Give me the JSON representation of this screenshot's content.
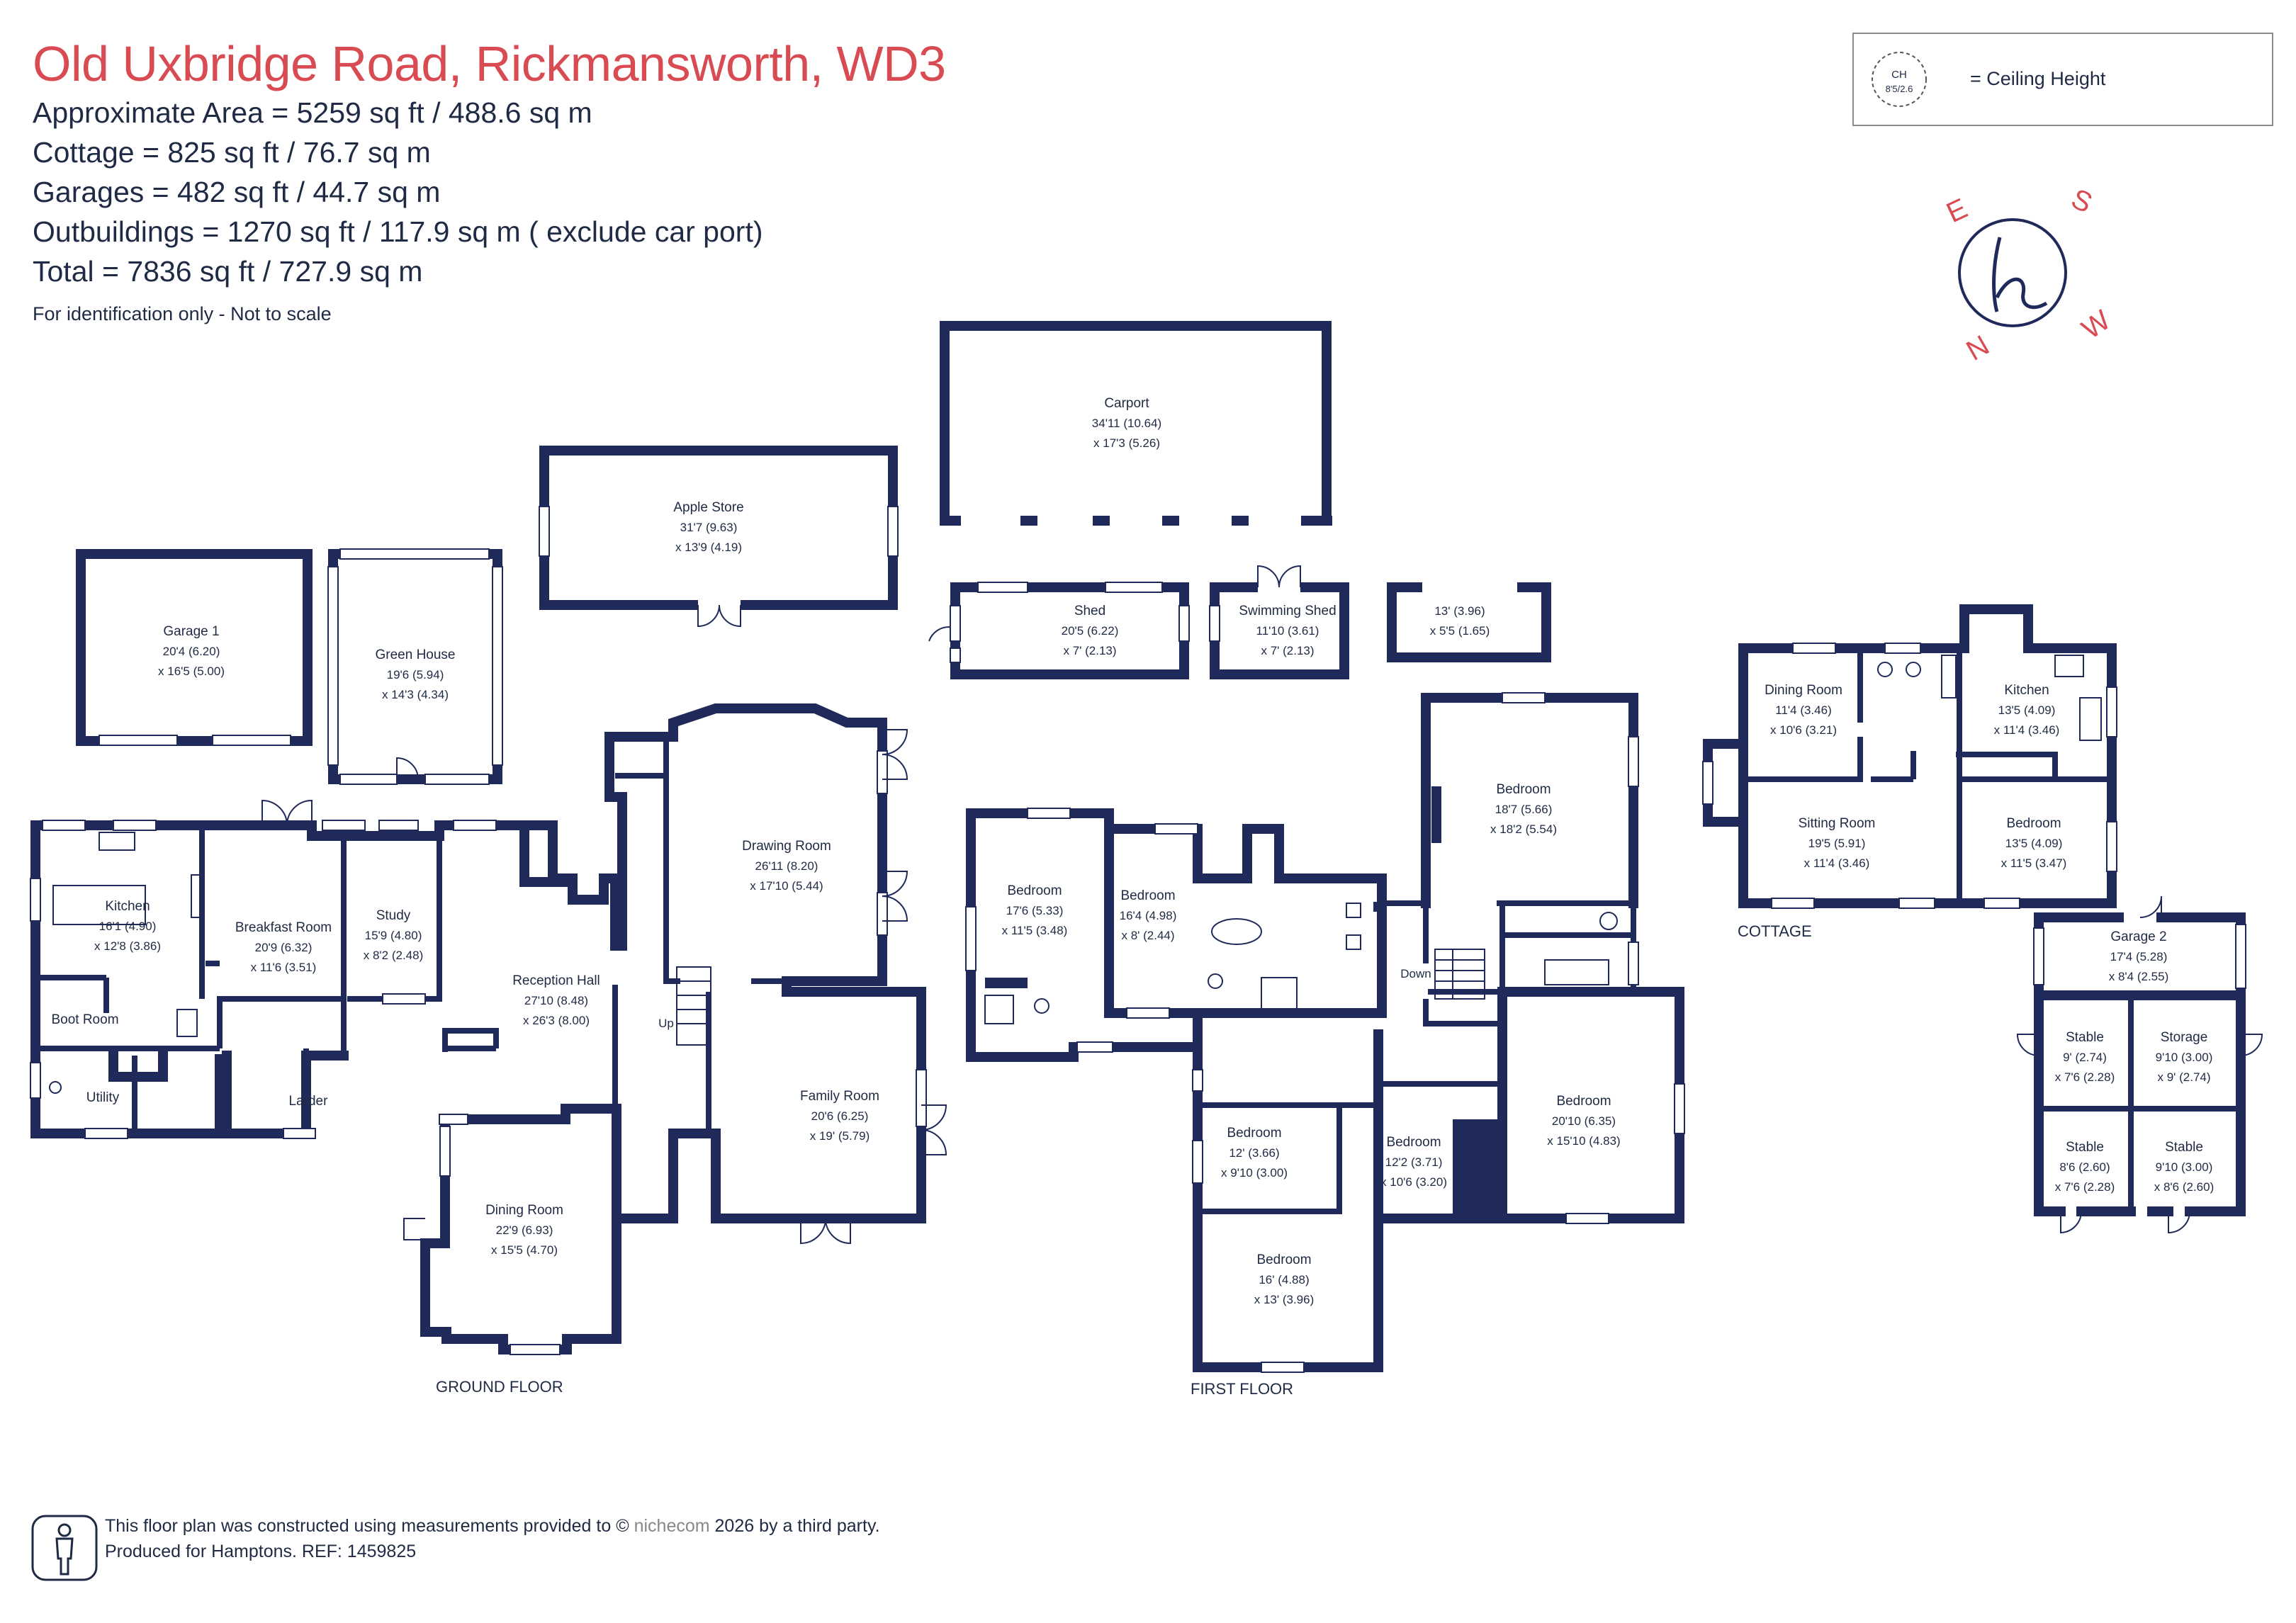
{
  "header": {
    "title": "Old Uxbridge Road, Rickmansworth, WD3",
    "lines": [
      "Approximate Area = 5259 sq ft / 488.6 sq m",
      "Cottage = 825 sq ft / 76.7 sq m",
      "Garages = 482 sq ft / 44.7 sq m",
      "Outbuildings = 1270 sq ft / 117.9 sq m ( exclude car port)",
      "Total = 7836 sq ft / 727.9 sq m"
    ],
    "note": "For identification only - Not to scale"
  },
  "legend": {
    "symbol_top": "CH",
    "symbol_bottom": "8'5/2.6",
    "text": "= Ceiling Height"
  },
  "compass": {
    "n": "N",
    "e": "E",
    "s": "S",
    "w": "W"
  },
  "floor_labels": {
    "ground": "GROUND FLOOR",
    "first": "FIRST FLOOR",
    "cottage": "COTTAGE"
  },
  "rooms": {
    "garage1": {
      "name": "Garage 1",
      "dim1": "20'4 (6.20)",
      "dim2": "x 16'5 (5.00)"
    },
    "greenhouse": {
      "name": "Green House",
      "dim1": "19'6 (5.94)",
      "dim2": "x 14'3 (4.34)"
    },
    "apple_store": {
      "name": "Apple Store",
      "dim1": "31'7 (9.63)",
      "dim2": "x 13'9 (4.19)"
    },
    "carport": {
      "name": "Carport",
      "dim1": "34'11 (10.64)",
      "dim2": "x 17'3 (5.26)"
    },
    "shed": {
      "name": "Shed",
      "dim1": "20'5 (6.22)",
      "dim2": "x 7' (2.13)"
    },
    "swim_shed": {
      "name": "Swimming Shed",
      "dim1": "11'10 (3.61)",
      "dim2": "x 7' (2.13)"
    },
    "small_out": {
      "dim1": "13' (3.96)",
      "dim2": "x 5'5 (1.65)"
    },
    "kitchen": {
      "name": "Kitchen",
      "dim1": "16'1 (4.90)",
      "dim2": "x 12'8 (3.86)"
    },
    "breakfast": {
      "name": "Breakfast Room",
      "dim1": "20'9 (6.32)",
      "dim2": "x 11'6 (3.51)"
    },
    "study": {
      "name": "Study",
      "dim1": "15'9 (4.80)",
      "dim2": "x 8'2 (2.48)"
    },
    "boot_room": {
      "name": "Boot Room"
    },
    "utility": {
      "name": "Utility"
    },
    "larder": {
      "name": "Larder"
    },
    "reception": {
      "name": "Reception Hall",
      "dim1": "27'10 (8.48)",
      "dim2": "x 26'3 (8.00)"
    },
    "drawing": {
      "name": "Drawing Room",
      "dim1": "26'11 (8.20)",
      "dim2": "x 17'10 (5.44)"
    },
    "family": {
      "name": "Family Room",
      "dim1": "20'6 (6.25)",
      "dim2": "x 19' (5.79)"
    },
    "dining": {
      "name": "Dining Room",
      "dim1": "22'9 (6.93)",
      "dim2": "x 15'5 (4.70)"
    },
    "bed1": {
      "name": "Bedroom",
      "dim1": "17'6 (5.33)",
      "dim2": "x 11'5 (3.48)"
    },
    "bed2": {
      "name": "Bedroom",
      "dim1": "16'4 (4.98)",
      "dim2": "x 8' (2.44)"
    },
    "bed3": {
      "name": "Bedroom",
      "dim1": "18'7 (5.66)",
      "dim2": "x 18'2 (5.54)"
    },
    "bed4": {
      "name": "Bedroom",
      "dim1": "12' (3.66)",
      "dim2": "x 9'10 (3.00)"
    },
    "bed5": {
      "name": "Bedroom",
      "dim1": "12'2 (3.71)",
      "dim2": "x 10'6 (3.20)"
    },
    "bed6": {
      "name": "Bedroom",
      "dim1": "20'10 (6.35)",
      "dim2": "x 15'10 (4.83)"
    },
    "bed7": {
      "name": "Bedroom",
      "dim1": "16' (4.88)",
      "dim2": "x 13' (3.96)"
    },
    "c_dining": {
      "name": "Dining Room",
      "dim1": "11'4 (3.46)",
      "dim2": "x 10'6 (3.21)"
    },
    "c_kitchen": {
      "name": "Kitchen",
      "dim1": "13'5 (4.09)",
      "dim2": "x 11'4 (3.46)"
    },
    "c_sitting": {
      "name": "Sitting Room",
      "dim1": "19'5 (5.91)",
      "dim2": "x 11'4 (3.46)"
    },
    "c_bedroom": {
      "name": "Bedroom",
      "dim1": "13'5 (4.09)",
      "dim2": "x 11'5 (3.47)"
    },
    "garage2": {
      "name": "Garage 2",
      "dim1": "17'4 (5.28)",
      "dim2": "x 8'4 (2.55)"
    },
    "stable1": {
      "name": "Stable",
      "dim1": "9' (2.74)",
      "dim2": "x 7'6 (2.28)"
    },
    "storage": {
      "name": "Storage",
      "dim1": "9'10 (3.00)",
      "dim2": "x 9' (2.74)"
    },
    "stable2": {
      "name": "Stable",
      "dim1": "8'6 (2.60)",
      "dim2": "x 7'6 (2.28)"
    },
    "stable3": {
      "name": "Stable",
      "dim1": "9'10 (3.00)",
      "dim2": "x 8'6 (2.60)"
    }
  },
  "stair_labels": {
    "up": "Up",
    "down": "Down"
  },
  "footer": {
    "line1_pre": "This floor plan was constructed using measurements provided to ©",
    "brand": "nichecom",
    "line1_post": "2026 by a third party.",
    "line2": "Produced for Hamptons.   REF: 1459825"
  },
  "colors": {
    "wall": "#1f2a5a",
    "title": "#d94b52",
    "text": "#1f2a44"
  }
}
